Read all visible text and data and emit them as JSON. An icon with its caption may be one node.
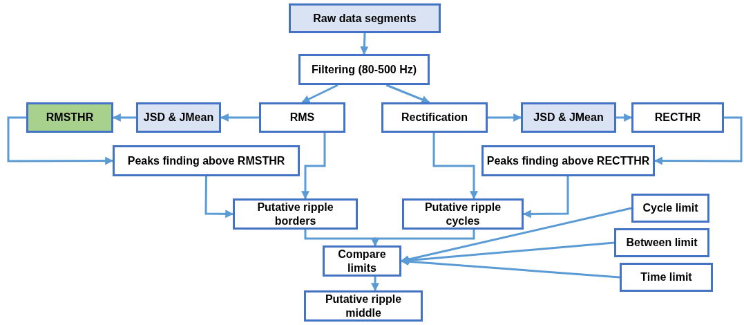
{
  "diagram": {
    "nodes": [
      {
        "text": [
          "Raw data segments"
        ]
      },
      {
        "text": [
          "Filtering (80-500 Hz)"
        ]
      },
      {
        "text": [
          "RMSTHR"
        ]
      },
      {
        "text": [
          "JSD & JMean"
        ]
      },
      {
        "text": [
          "RMS"
        ]
      },
      {
        "text": [
          "Rectification"
        ]
      },
      {
        "text": [
          "JSD & JMean"
        ]
      },
      {
        "text": [
          "RECTHR"
        ]
      },
      {
        "text": [
          "Peaks finding above RMSTHR"
        ]
      },
      {
        "text": [
          "Peaks finding above RECTTHR"
        ]
      },
      {
        "text": [
          "Putative ripple borders"
        ]
      },
      {
        "text": [
          "Putative ripple cycles"
        ]
      },
      {
        "text": [
          "Cycle limit"
        ]
      },
      {
        "text": [
          "Between limit"
        ]
      },
      {
        "text": [
          "Time limit"
        ]
      },
      {
        "text": [
          "Compare limits"
        ]
      },
      {
        "text": [
          "Putative ripple middle"
        ]
      }
    ],
    "edges": [
      {
        "from": 0,
        "to": 1,
        "arrow": "to"
      },
      {
        "from": 1,
        "to": 4,
        "arrow": "to"
      },
      {
        "from": 1,
        "to": 5,
        "arrow": "to"
      },
      {
        "from": 4,
        "to": 3,
        "arrow": "to"
      },
      {
        "from": 3,
        "to": 2,
        "arrow": "to"
      },
      {
        "from": 5,
        "to": 6,
        "arrow": "to"
      },
      {
        "from": 6,
        "to": 7,
        "arrow": "to"
      },
      {
        "from": 2,
        "to": 8,
        "arrow": "to"
      },
      {
        "from": 7,
        "to": 9,
        "arrow": "to"
      },
      {
        "from": 4,
        "to": 10,
        "arrow": "to"
      },
      {
        "from": 8,
        "to": 10,
        "arrow": "to"
      },
      {
        "from": 5,
        "to": 11,
        "arrow": "to"
      },
      {
        "from": 9,
        "to": 11,
        "arrow": "to"
      },
      {
        "from": 10,
        "to": 15,
        "arrow": "to"
      },
      {
        "from": 11,
        "to": 15,
        "arrow": "to"
      },
      {
        "from": 12,
        "to": 15,
        "arrow": "to"
      },
      {
        "from": 13,
        "to": 15,
        "arrow": "to"
      },
      {
        "from": 14,
        "to": 15,
        "arrow": "to"
      },
      {
        "from": 15,
        "to": 16,
        "arrow": "to"
      }
    ]
  }
}
